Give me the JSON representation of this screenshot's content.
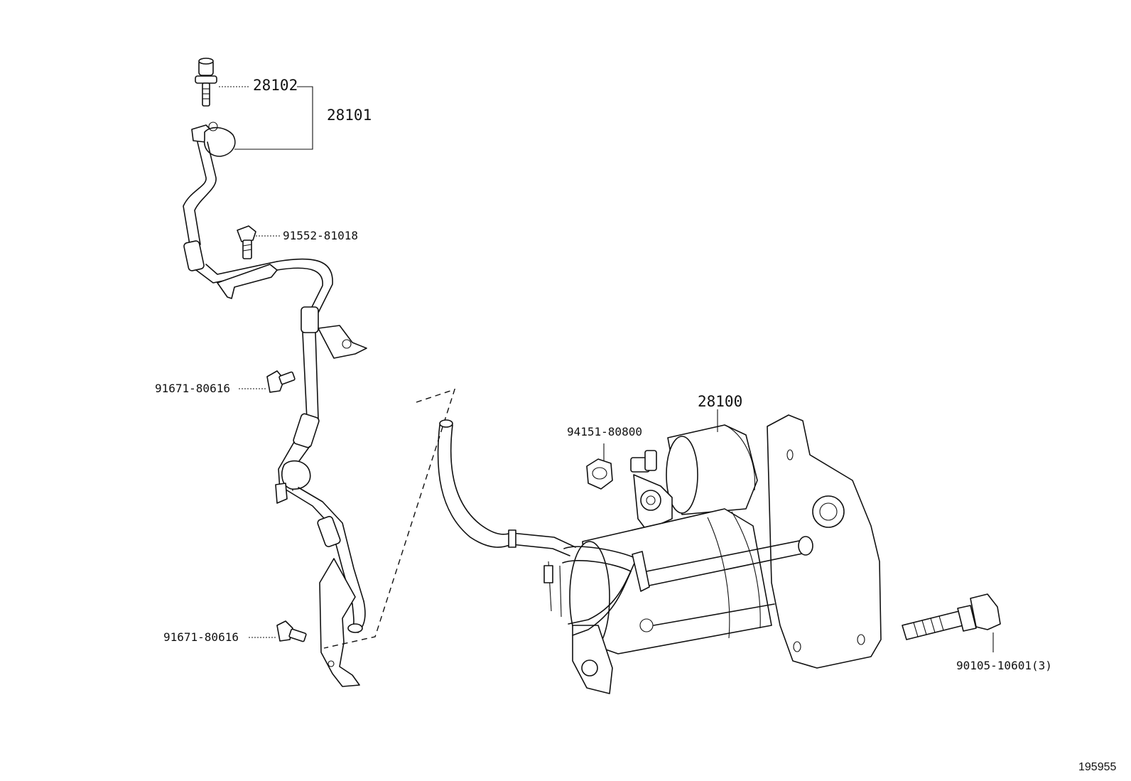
{
  "diagram": {
    "callouts": {
      "p28102": "28102",
      "p28101": "28101",
      "p91552": "91552-81018",
      "p91671a": "91671-80616",
      "p91671b": "91671-80616",
      "p94151": "94151-80800",
      "p28100": "28100",
      "p90105": "90105-10601(3)"
    },
    "reference_number": "195955"
  }
}
